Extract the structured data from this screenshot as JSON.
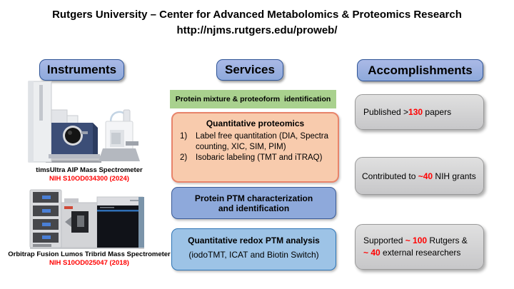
{
  "colors": {
    "header_fill": "#8EA9DB",
    "header_border": "#2F5597",
    "green_fill": "#A9D18E",
    "orange_fill": "#F8CBAD",
    "orange_border": "#E8846B",
    "blue_fill": "#8EA9DB",
    "blue_border": "#3A5B97",
    "lightblue_fill": "#9DC3E6",
    "lightblue_border": "#2E75B6",
    "gray_fill": "#CCCCCE",
    "highlight_red": "#FF0000"
  },
  "title": {
    "line1": "Rutgers University – Center for Advanced Metabolomics & Proteomics Research",
    "url": "http://njms.rutgers.edu/proweb/"
  },
  "instruments": {
    "header": "Instruments",
    "items": [
      {
        "name": "timsUltra AIP Mass Spectrometer",
        "grant": "NIH S10OD034300 (2024)"
      },
      {
        "name": "Orbitrap Fusion Lumos Tribrid Mass Spectrometer",
        "grant": "NIH S10OD025047 (2018)"
      }
    ]
  },
  "services": {
    "header": "Services",
    "green_box": "Protein mixture & proteoform  identification",
    "quant_box": {
      "title": "Quantitative proteomics",
      "items": [
        {
          "num": "1)",
          "text": "Label free quantitation (DIA, Spectra counting, XIC, SIM, PIM)"
        },
        {
          "num": "2)",
          "text": "Isobaric labeling (TMT and iTRAQ)"
        }
      ]
    },
    "ptm_box": "Protein PTM characterization and identification",
    "redox_box": {
      "title": "Quantitative redox PTM analysis",
      "subtitle": "(iodoTMT, ICAT and Biotin Switch)"
    }
  },
  "accomplishments": {
    "header": "Accomplishments",
    "boxes": [
      {
        "pre": "Published >",
        "num": "130",
        "post": " papers"
      },
      {
        "pre": "Contributed to ",
        "num": "~40",
        "post": " NIH grants"
      },
      {
        "pre": "Supported ",
        "num1": "~ 100",
        "mid": " Rutgers &",
        "num2": "~ 40",
        "post": " external researchers"
      }
    ]
  }
}
